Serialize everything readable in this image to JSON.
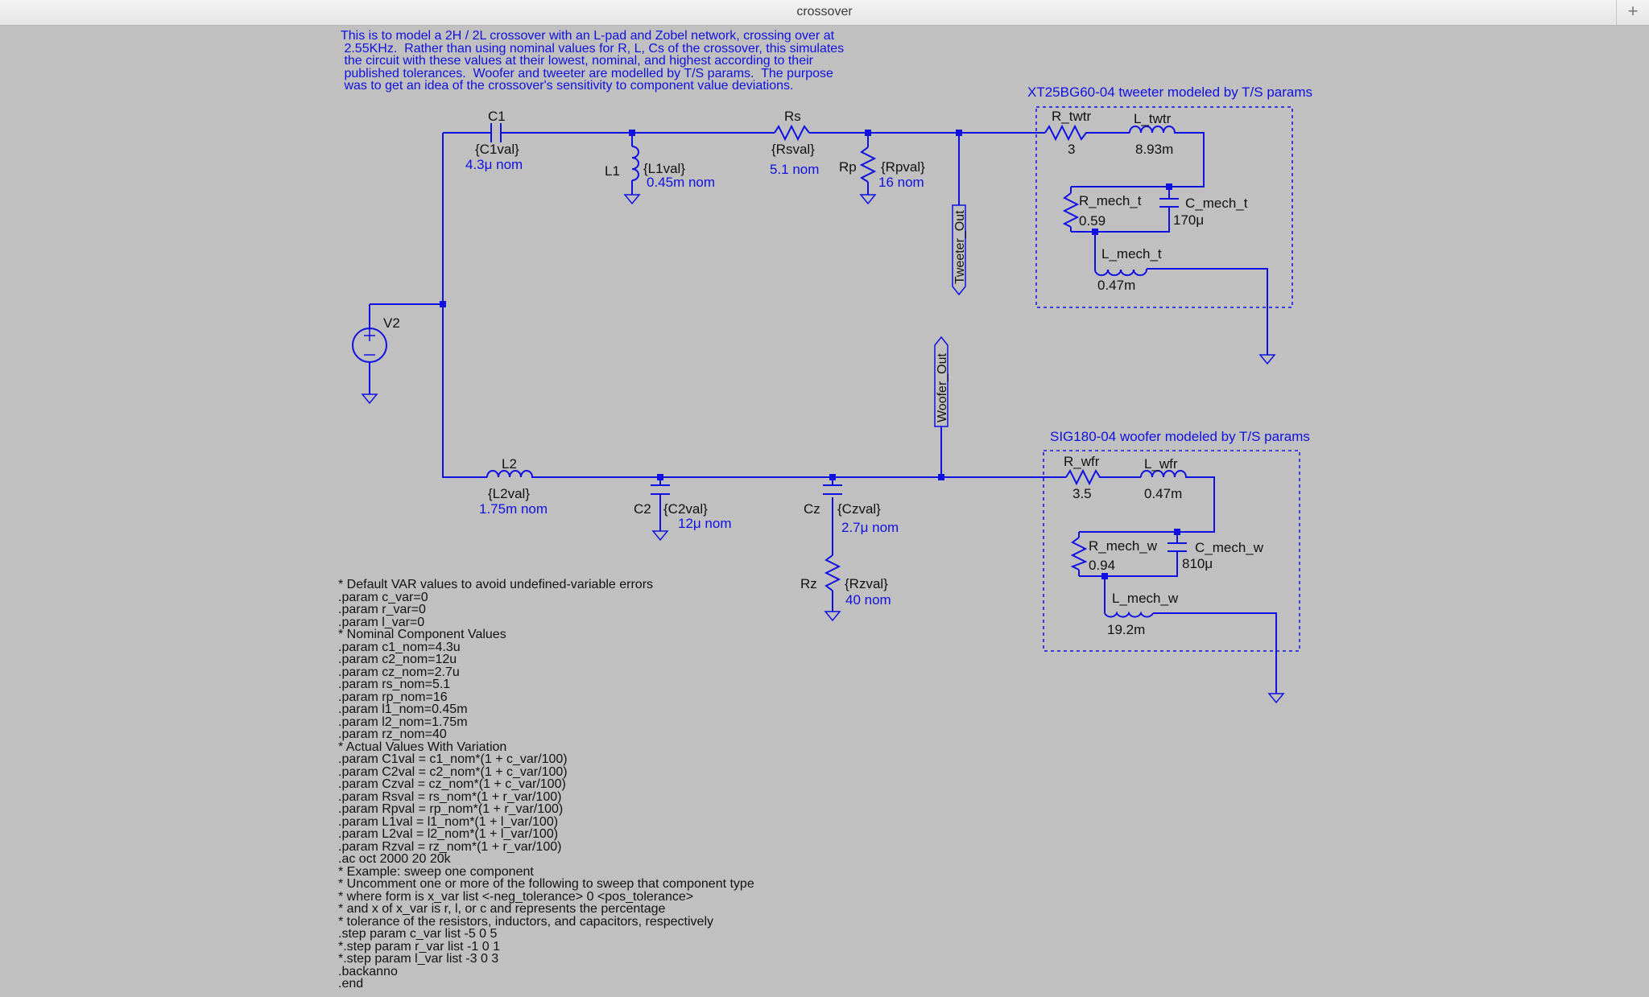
{
  "window": {
    "title": "crossover",
    "new_tab_label": "+"
  },
  "comment_lines": [
    "This is to model a 2H / 2L crossover with an L-pad and Zobel network, crossing over at",
    " 2.55KHz.  Rather than using nominal values for R, L, Cs of the crossover, this simulates",
    " the circuit with these values at their lowest, nominal, and highest according to their",
    " published tolerances.  Woofer and tweeter are modelled by T/S params.  The purpose",
    " was to get an idea of the crossover's sensitivity to component value deviations."
  ],
  "tweeter_box_title": "XT25BG60-04 tweeter modeled by T/S params",
  "woofer_box_title": "SIG180-04 woofer modeled by T/S params",
  "components": {
    "c1": {
      "name": "C1",
      "value": "{C1val}",
      "nom": "4.3μ nom"
    },
    "l1": {
      "name": "L1",
      "value": "{L1val}",
      "nom": "0.45m nom"
    },
    "rs": {
      "name": "Rs",
      "value": "{Rsval}",
      "nom": "5.1 nom"
    },
    "rp": {
      "name": "Rp",
      "value": "{Rpval}",
      "nom": "16 nom"
    },
    "l2": {
      "name": "L2",
      "value": "{L2val}",
      "nom": "1.75m nom"
    },
    "c2": {
      "name": "C2",
      "value": "{C2val}",
      "nom": "12μ nom"
    },
    "cz": {
      "name": "Cz",
      "value": "{Czval}",
      "nom": "2.7μ nom"
    },
    "rz": {
      "name": "Rz",
      "value": "{Rzval}",
      "nom": "40 nom"
    },
    "v2": {
      "name": "V2"
    },
    "r_twtr": {
      "name": "R_twtr",
      "value": "3"
    },
    "l_twtr": {
      "name": "L_twtr",
      "value": "8.93m"
    },
    "r_mech_t": {
      "name": "R_mech_t",
      "value": "0.59"
    },
    "c_mech_t": {
      "name": "C_mech_t",
      "value": "170μ"
    },
    "l_mech_t": {
      "name": "L_mech_t",
      "value": "0.47m"
    },
    "r_wfr": {
      "name": "R_wfr",
      "value": "3.5"
    },
    "l_wfr": {
      "name": "L_wfr",
      "value": "0.47m"
    },
    "r_mech_w": {
      "name": "R_mech_w",
      "value": "0.94"
    },
    "c_mech_w": {
      "name": "C_mech_w",
      "value": "810μ"
    },
    "l_mech_w": {
      "name": "L_mech_w",
      "value": "19.2m"
    }
  },
  "net_labels": {
    "tweeter": "Tweeter_Out",
    "woofer": "Woofer_Out"
  },
  "spice_lines": [
    "* Default VAR values to avoid undefined-variable errors",
    ".param c_var=0",
    ".param r_var=0",
    ".param l_var=0",
    "* Nominal Component Values",
    ".param c1_nom=4.3u",
    ".param c2_nom=12u",
    ".param cz_nom=2.7u",
    ".param rs_nom=5.1",
    ".param rp_nom=16",
    ".param l1_nom=0.45m",
    ".param l2_nom=1.75m",
    ".param rz_nom=40",
    "* Actual Values With Variation",
    ".param C1val = c1_nom*(1 + c_var/100)",
    ".param C2val = c2_nom*(1 + c_var/100)",
    ".param Czval = cz_nom*(1 + c_var/100)",
    ".param Rsval = rs_nom*(1 + r_var/100)",
    ".param Rpval = rp_nom*(1 + r_var/100)",
    ".param L1val = l1_nom*(1 + l_var/100)",
    ".param L2val = l2_nom*(1 + l_var/100)",
    ".param Rzval = rz_nom*(1 + r_var/100)",
    ".ac oct 2000 20 20k",
    "* Example: sweep one component",
    "* Uncomment one or more of the following to sweep that component type",
    "* where form is x_var list <-neg_tolerance> 0 <pos_tolerance>",
    "* and x of x_var is r, l, or c and represents the percentage",
    "* tolerance of the resistors, inductors, and capacitors, respectively",
    ".step param c_var list -5 0 5",
    "*.step param r_var list -1 0 1",
    "*.step param l_var list -3 0 3",
    ".backanno",
    ".end"
  ]
}
